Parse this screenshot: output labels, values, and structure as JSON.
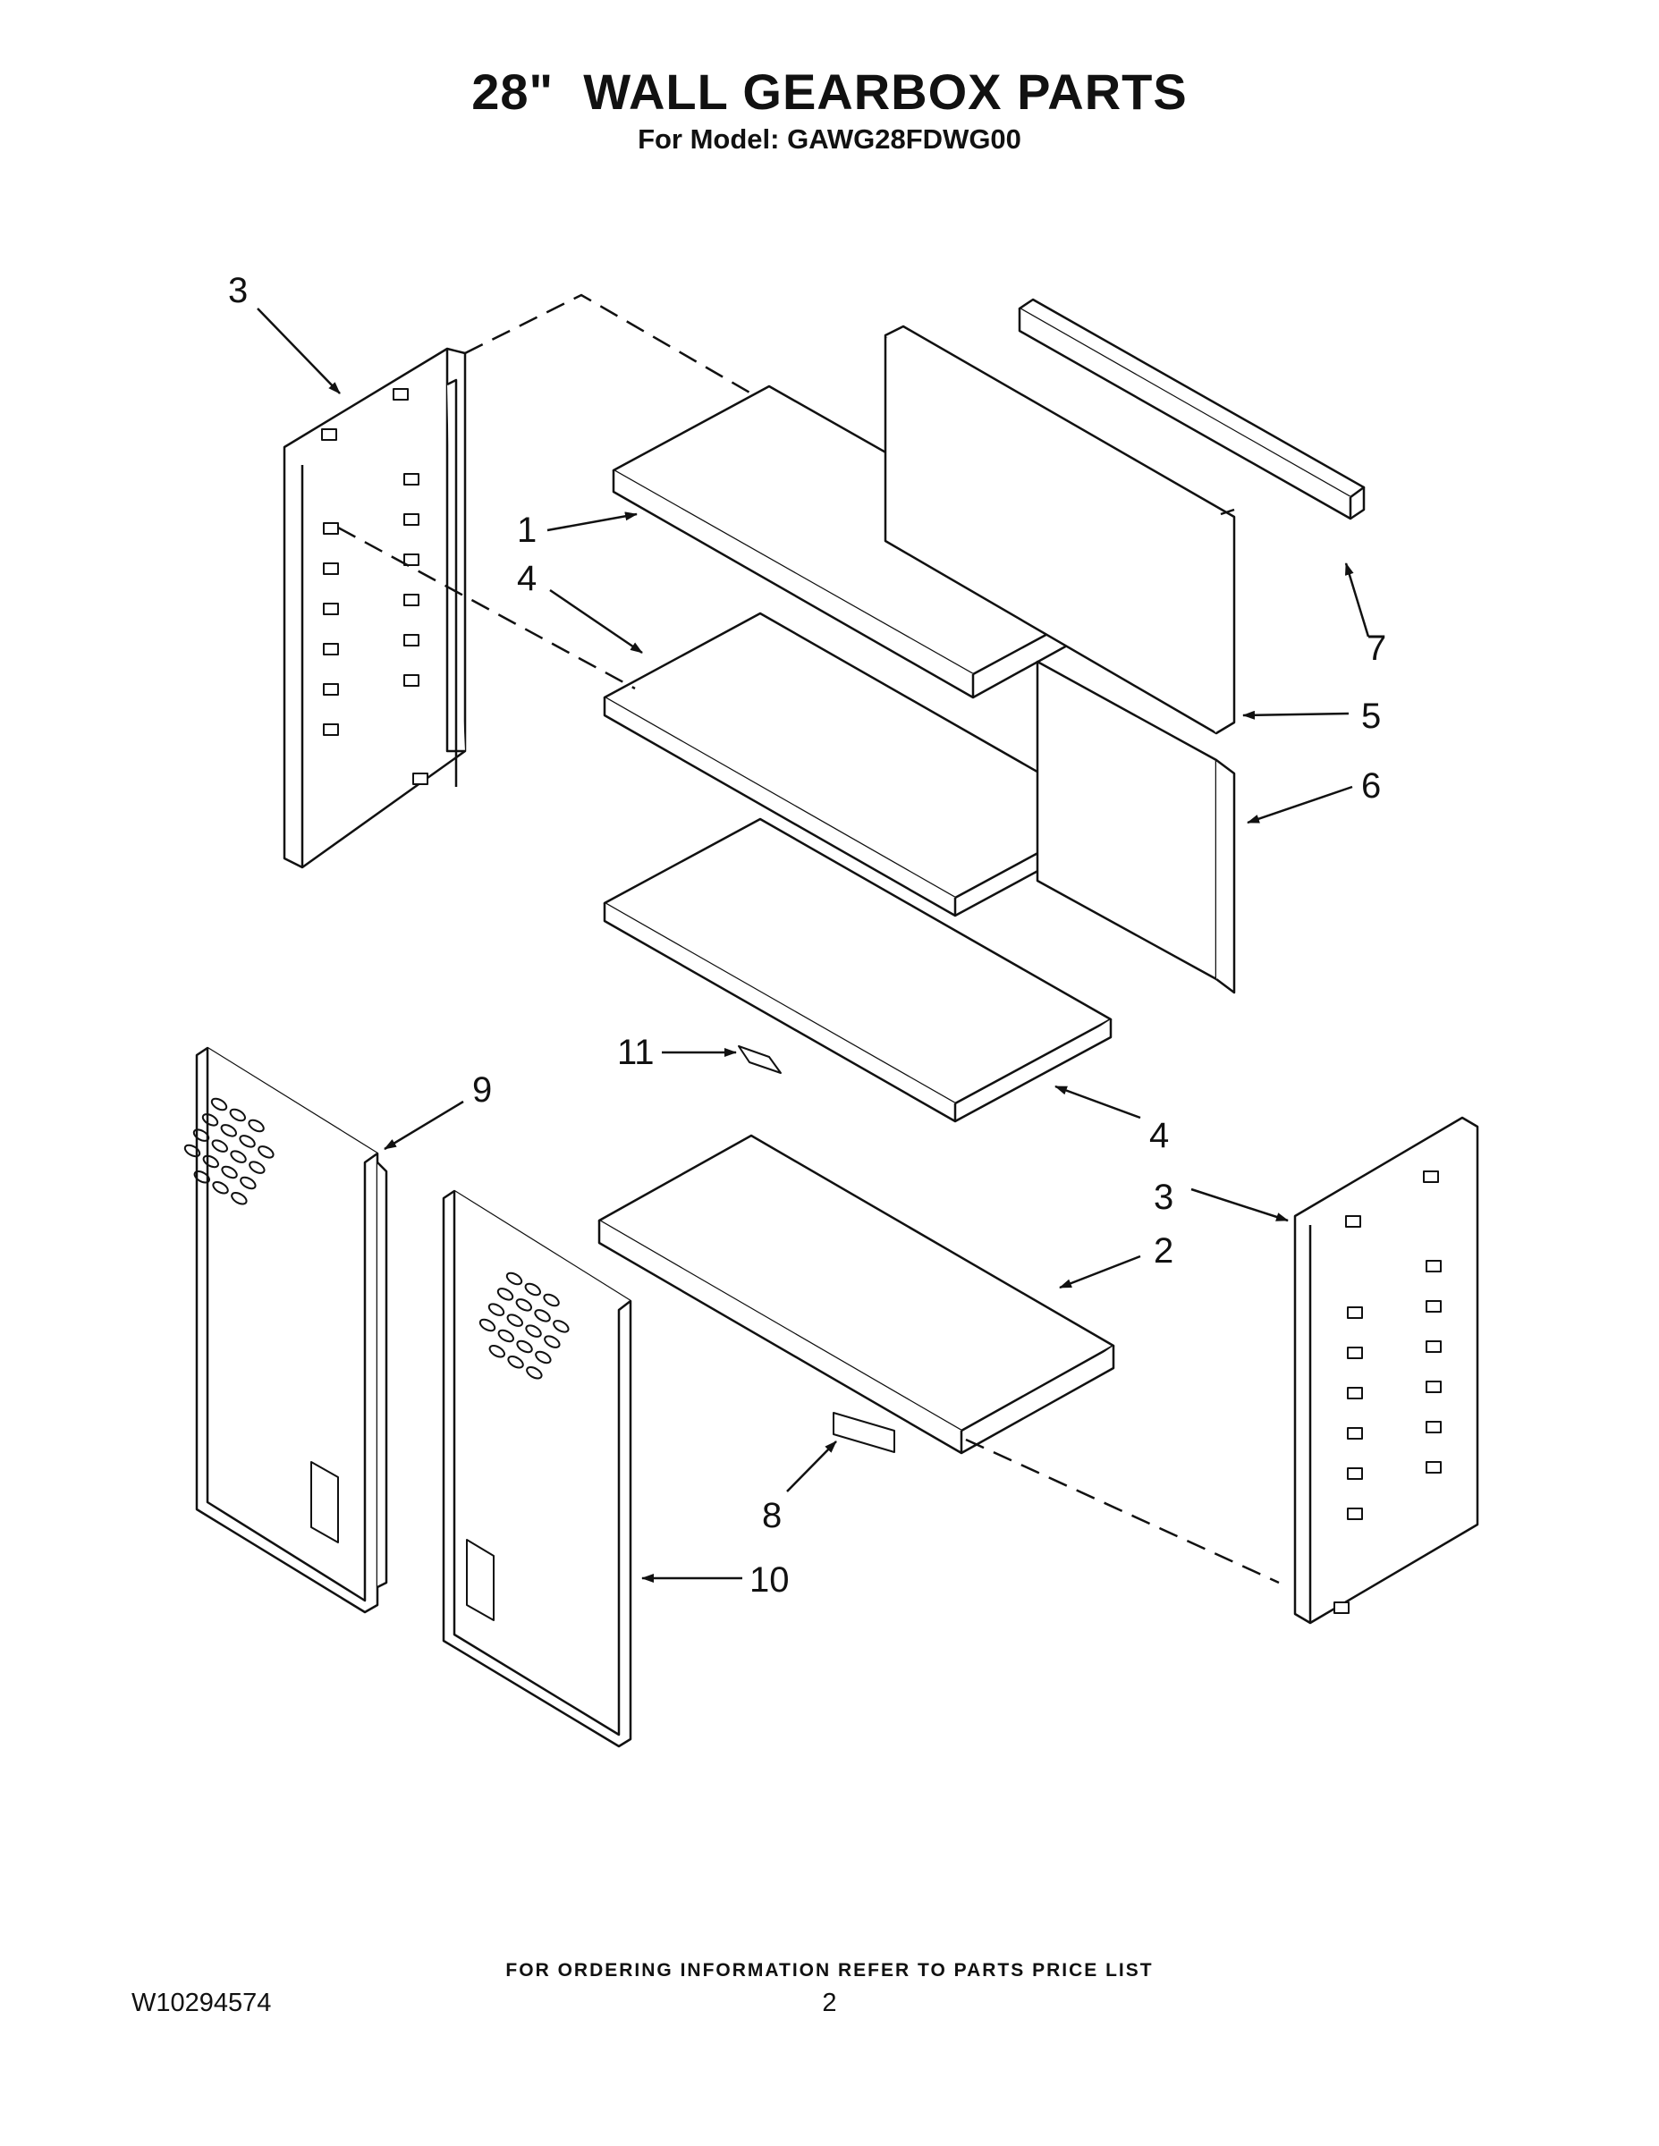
{
  "header": {
    "title": "28\"  WALL GEARBOX PARTS",
    "subtitle": "For Model: GAWG28FDWG00"
  },
  "footer": {
    "ordering_note": "FOR ORDERING INFORMATION REFER TO PARTS PRICE LIST",
    "document_number": "W10294574",
    "page_number": "2"
  },
  "callouts": [
    {
      "id": "c1",
      "label": "1"
    },
    {
      "id": "c2",
      "label": "2"
    },
    {
      "id": "c3a",
      "label": "3"
    },
    {
      "id": "c3b",
      "label": "3"
    },
    {
      "id": "c4a",
      "label": "4"
    },
    {
      "id": "c4b",
      "label": "4"
    },
    {
      "id": "c5",
      "label": "5"
    },
    {
      "id": "c6",
      "label": "6"
    },
    {
      "id": "c7",
      "label": "7"
    },
    {
      "id": "c8",
      "label": "8"
    },
    {
      "id": "c9",
      "label": "9"
    },
    {
      "id": "c10",
      "label": "10"
    },
    {
      "id": "c11",
      "label": "11"
    }
  ]
}
